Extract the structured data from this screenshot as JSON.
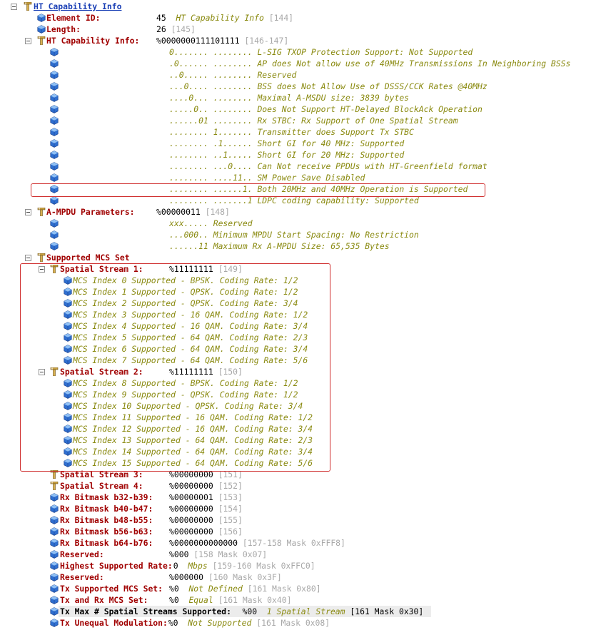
{
  "rows": [
    {
      "depth": 0,
      "kind": "node",
      "label": "HT Capability Info",
      "header": true
    },
    {
      "depth": 1,
      "kind": "leaf",
      "label": "Element ID:",
      "main": "45",
      "desc": "HT Capability Info",
      "ref": "[144]",
      "gap": "  "
    },
    {
      "depth": 1,
      "kind": "leaf",
      "label": "Length:",
      "main": "26",
      "ref": "[145]"
    },
    {
      "depth": 1,
      "kind": "node",
      "label": "HT Capability Info:",
      "main": "%0000000111101111",
      "ref": "[146-147]"
    },
    {
      "depth": 2,
      "kind": "leaf",
      "bits": true,
      "desc": "0....... ........ L-SIG TXOP Protection Support: Not Supported"
    },
    {
      "depth": 2,
      "kind": "leaf",
      "bits": true,
      "desc": ".0...... ........ AP does Not allow use of 40MHz Transmissions In Neighboring BSSs"
    },
    {
      "depth": 2,
      "kind": "leaf",
      "bits": true,
      "desc": "..0..... ........ Reserved"
    },
    {
      "depth": 2,
      "kind": "leaf",
      "bits": true,
      "desc": "...0.... ........ BSS does Not Allow Use of DSSS/CCK Rates @40MHz"
    },
    {
      "depth": 2,
      "kind": "leaf",
      "bits": true,
      "desc": "....0... ........ Maximal A-MSDU size: 3839 bytes"
    },
    {
      "depth": 2,
      "kind": "leaf",
      "bits": true,
      "desc": ".....0.. ........ Does Not Support HT-Delayed BlockAck Operation"
    },
    {
      "depth": 2,
      "kind": "leaf",
      "bits": true,
      "desc": "......01 ........ Rx STBC: Rx Support of One Spatial Stream"
    },
    {
      "depth": 2,
      "kind": "leaf",
      "bits": true,
      "desc": "........ 1....... Transmitter does Support Tx STBC"
    },
    {
      "depth": 2,
      "kind": "leaf",
      "bits": true,
      "desc": "........ .1...... Short GI for 40 MHz: Supported"
    },
    {
      "depth": 2,
      "kind": "leaf",
      "bits": true,
      "desc": "........ ..1..... Short GI for 20 MHz: Supported"
    },
    {
      "depth": 2,
      "kind": "leaf",
      "bits": true,
      "desc": "........ ...0.... Can Not receive PPDUs with HT-Greenfield format"
    },
    {
      "depth": 2,
      "kind": "leaf",
      "bits": true,
      "desc": "........ ....11.. SM Power Save Disabled"
    },
    {
      "depth": 2,
      "kind": "leaf",
      "bits": true,
      "desc": "........ ......1. Both 20MHz and 40MHz Operation is Supported"
    },
    {
      "depth": 2,
      "kind": "leaf",
      "bits": true,
      "desc": "........ .......1 LDPC coding capability: Supported"
    },
    {
      "depth": 1,
      "kind": "node",
      "label": "A-MPDU Parameters:",
      "main": "%00000011",
      "ref": "[148]"
    },
    {
      "depth": 2,
      "kind": "leaf",
      "bits": true,
      "desc": "xxx..... Reserved"
    },
    {
      "depth": 2,
      "kind": "leaf",
      "bits": true,
      "desc": "...000.. Minimum MPDU Start Spacing: No Restriction"
    },
    {
      "depth": 2,
      "kind": "leaf",
      "bits": true,
      "desc": "......11 Maximum Rx A-MPDU Size: 65,535 Bytes"
    },
    {
      "depth": 1,
      "kind": "node",
      "label": "Supported MCS Set"
    },
    {
      "depth": 2,
      "kind": "node",
      "label": "Spatial Stream 1:",
      "main": "%11111111",
      "ref": "[149]"
    },
    {
      "depth": 3,
      "kind": "leaf",
      "mcs": true,
      "label": "MCS Index 0 Supported - BPSK. Coding Rate: 1/2"
    },
    {
      "depth": 3,
      "kind": "leaf",
      "mcs": true,
      "label": "MCS Index 1 Supported - QPSK. Coding Rate: 1/2"
    },
    {
      "depth": 3,
      "kind": "leaf",
      "mcs": true,
      "label": "MCS Index 2 Supported - QPSK. Coding Rate: 3/4"
    },
    {
      "depth": 3,
      "kind": "leaf",
      "mcs": true,
      "label": "MCS Index 3 Supported - 16 QAM. Coding Rate: 1/2"
    },
    {
      "depth": 3,
      "kind": "leaf",
      "mcs": true,
      "label": "MCS Index 4 Supported - 16 QAM. Coding Rate: 3/4"
    },
    {
      "depth": 3,
      "kind": "leaf",
      "mcs": true,
      "label": "MCS Index 5 Supported - 64 QAM. Coding Rate: 2/3"
    },
    {
      "depth": 3,
      "kind": "leaf",
      "mcs": true,
      "label": "MCS Index 6 Supported - 64 QAM. Coding Rate: 3/4"
    },
    {
      "depth": 3,
      "kind": "leaf",
      "mcs": true,
      "label": "MCS Index 7 Supported - 64 QAM. Coding Rate: 5/6"
    },
    {
      "depth": 2,
      "kind": "node",
      "label": "Spatial Stream 2:",
      "main": "%11111111",
      "ref": "[150]"
    },
    {
      "depth": 3,
      "kind": "leaf",
      "mcs": true,
      "label": "MCS Index 8 Supported - BPSK. Coding Rate: 1/2"
    },
    {
      "depth": 3,
      "kind": "leaf",
      "mcs": true,
      "label": "MCS Index 9 Supported - QPSK. Coding Rate: 1/2"
    },
    {
      "depth": 3,
      "kind": "leaf",
      "mcs": true,
      "label": "MCS Index 10 Supported - QPSK. Coding Rate: 3/4"
    },
    {
      "depth": 3,
      "kind": "leaf",
      "mcs": true,
      "label": "MCS Index 11 Supported - 16 QAM. Coding Rate: 1/2"
    },
    {
      "depth": 3,
      "kind": "leaf",
      "mcs": true,
      "label": "MCS Index 12 Supported - 16 QAM. Coding Rate: 3/4"
    },
    {
      "depth": 3,
      "kind": "leaf",
      "mcs": true,
      "label": "MCS Index 13 Supported - 64 QAM. Coding Rate: 2/3"
    },
    {
      "depth": 3,
      "kind": "leaf",
      "mcs": true,
      "label": "MCS Index 14 Supported - 64 QAM. Coding Rate: 3/4"
    },
    {
      "depth": 3,
      "kind": "leaf",
      "mcs": true,
      "label": "MCS Index 15 Supported - 64 QAM. Coding Rate: 5/6"
    },
    {
      "depth": 2,
      "kind": "group",
      "label": "Spatial Stream 3:",
      "main": "%00000000",
      "ref": "[151]"
    },
    {
      "depth": 2,
      "kind": "group",
      "label": "Spatial Stream 4:",
      "main": "%00000000",
      "ref": "[152]"
    },
    {
      "depth": 2,
      "kind": "leaf",
      "label": "Rx Bitmask b32-b39:",
      "main": "%00000001",
      "ref": "[153]"
    },
    {
      "depth": 2,
      "kind": "leaf",
      "label": "Rx Bitmask b40-b47:",
      "main": "%00000000",
      "ref": "[154]"
    },
    {
      "depth": 2,
      "kind": "leaf",
      "label": "Rx Bitmask b48-b55:",
      "main": "%00000000",
      "ref": "[155]"
    },
    {
      "depth": 2,
      "kind": "leaf",
      "label": "Rx Bitmask b56-b63:",
      "main": "%00000000",
      "ref": "[156]"
    },
    {
      "depth": 2,
      "kind": "leaf",
      "label": "Rx Bitmask b64-b76:",
      "main": "%0000000000000",
      "ref": "[157-158 Mask 0xFFF8]"
    },
    {
      "depth": 2,
      "kind": "leaf",
      "label": "Reserved:",
      "main": "%000",
      "ref": "[158 Mask 0x07]"
    },
    {
      "depth": 2,
      "kind": "leaf",
      "label": "Highest Supported Rate:",
      "main": "0",
      "desc": "Mbps",
      "ref": "[159-160 Mask 0xFFC0]",
      "gap": "  "
    },
    {
      "depth": 2,
      "kind": "leaf",
      "label": "Reserved:",
      "main": "%000000",
      "ref": "[160 Mask 0x3F]"
    },
    {
      "depth": 2,
      "kind": "leaf",
      "label": "Tx Supported MCS Set:",
      "main": "%0",
      "desc": "Not Defined",
      "ref": "[161 Mask 0x80]",
      "gap": "  "
    },
    {
      "depth": 2,
      "kind": "leaf",
      "label": "Tx and Rx MCS Set:",
      "main": "%0",
      "desc": "Equal",
      "ref": "[161 Mask 0x40]",
      "gap": "  "
    },
    {
      "depth": 2,
      "kind": "leaf",
      "selected": true,
      "label": "Tx Max # Spatial Streams Supported:",
      "main": "%00",
      "desc": "1 Spatial Stream",
      "ref": "[161 Mask 0x30]",
      "gap": "  "
    },
    {
      "depth": 2,
      "kind": "leaf",
      "label": "Tx Unequal Modulation:",
      "main": "%0",
      "desc": "Not Supported",
      "ref": "[161 Mask 0x08]",
      "gap": "  "
    }
  ],
  "colors": {
    "label": "#a00000",
    "desc": "#8a8a10",
    "ref": "#a8a8a8",
    "highlight_box": "#d03030",
    "link": "#1a3fb5"
  }
}
